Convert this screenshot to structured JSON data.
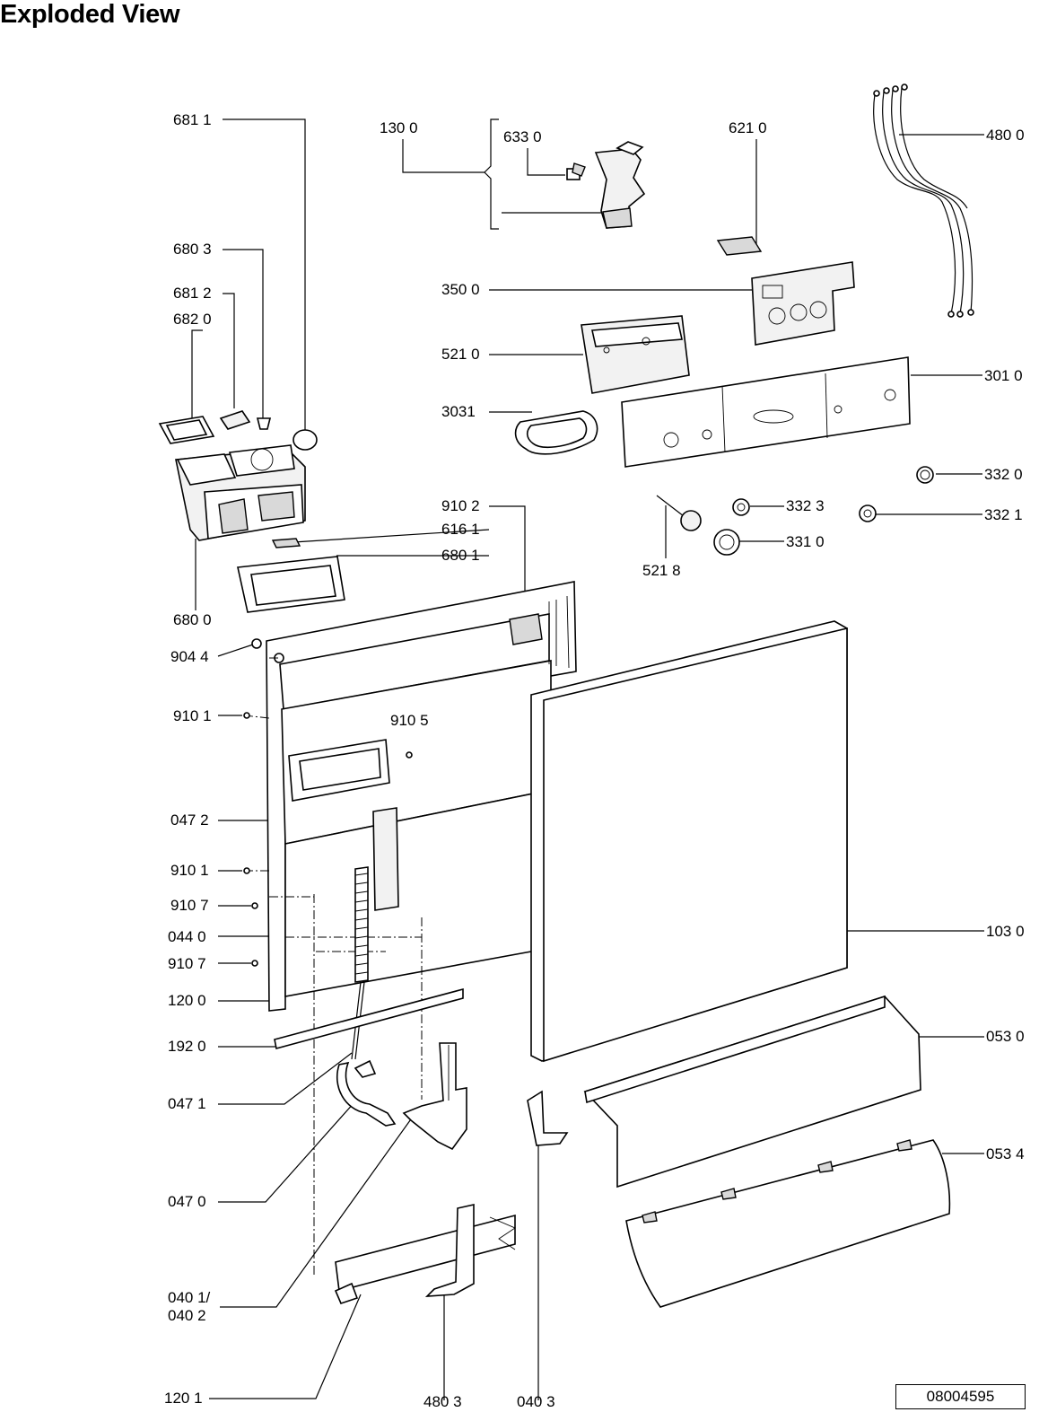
{
  "title": "Exploded View",
  "document_number": "08004595",
  "labels": {
    "l6811": "681 1",
    "l1300": "130 0",
    "l6330": "633 0",
    "l6210": "621 0",
    "l4800": "480 0",
    "l6803": "680 3",
    "l6812": "681 2",
    "l6820": "682 0",
    "l3500": "350 0",
    "l5210": "521 0",
    "l3010": "301 0",
    "l3031": "3031",
    "l3320": "332 0",
    "l3323": "332 3",
    "l3321": "332 1",
    "l9102": "910 2",
    "l6161": "616 1",
    "l6801": "680 1",
    "l3310": "331 0",
    "l5218": "521 8",
    "l6800": "680 0",
    "l9044": "904 4",
    "l9101a": "910 1",
    "l9105": "910 5",
    "l0472": "047 2",
    "l9101b": "910 1",
    "l9107a": "910 7",
    "l0440": "044 0",
    "l9107b": "910 7",
    "l1030": "103 0",
    "l1200": "120 0",
    "l1920": "192 0",
    "l0530": "053 0",
    "l0471": "047 1",
    "l0534": "053 4",
    "l0470": "047 0",
    "l0401": "040 1/",
    "l0402": "040 2",
    "l1201": "120 1",
    "l4803": "480 3",
    "l0403": "040 3"
  }
}
